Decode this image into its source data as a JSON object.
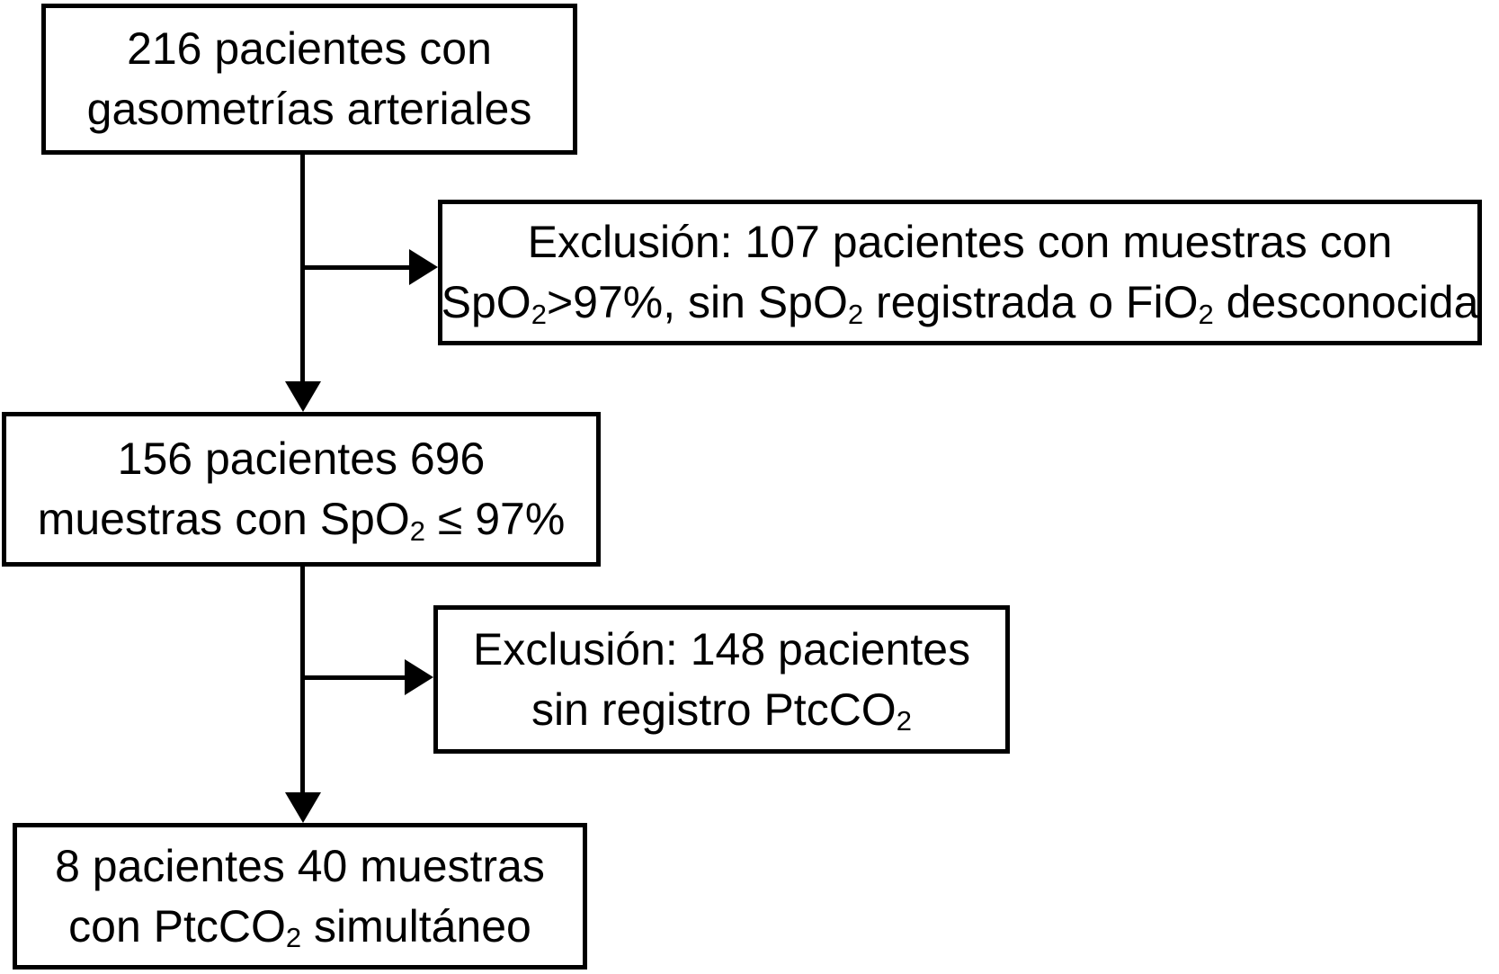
{
  "figure": {
    "type": "patient-flow-diagram",
    "language": "es",
    "background_color": "#ffffff",
    "stroke_color": "#000000",
    "nodes": [
      {
        "id": "enrolled-216",
        "lines": [
          [
            {
              "text": "216 pacientes con"
            }
          ],
          [
            {
              "text": "gasometrías arteriales"
            }
          ]
        ]
      },
      {
        "id": "exclusion-107",
        "lines": [
          [
            {
              "text": "Exclusión: 107 pacientes con muestras con"
            }
          ],
          [
            {
              "text": "SpO"
            },
            {
              "text": "2",
              "sub": true
            },
            {
              "text": ">97%, sin SpO"
            },
            {
              "text": "2",
              "sub": true
            },
            {
              "text": " registrada o FiO"
            },
            {
              "text": "2",
              "sub": true
            },
            {
              "text": " desconocida"
            }
          ]
        ]
      },
      {
        "id": "included-156",
        "lines": [
          [
            {
              "text": "156 pacientes 696"
            }
          ],
          [
            {
              "text": "muestras con SpO"
            },
            {
              "text": "2",
              "sub": true
            },
            {
              "text": " ≤ 97%"
            }
          ]
        ]
      },
      {
        "id": "exclusion-148",
        "lines": [
          [
            {
              "text": "Exclusión: 148 pacientes"
            }
          ],
          [
            {
              "text": "sin registro PtcCO"
            },
            {
              "text": "2",
              "sub": true
            }
          ]
        ]
      },
      {
        "id": "final-8",
        "lines": [
          [
            {
              "text": "8 pacientes 40 muestras"
            }
          ],
          [
            {
              "text": "con PtcCO"
            },
            {
              "text": "2",
              "sub": true
            },
            {
              "text": " simultáneo"
            }
          ]
        ]
      }
    ]
  }
}
